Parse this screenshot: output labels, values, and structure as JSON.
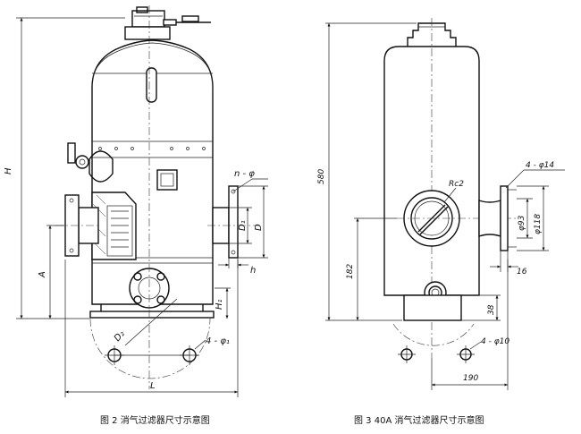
{
  "figure2": {
    "caption": "图 2   消气过滤器尺寸示意图",
    "labels": {
      "H": "H",
      "A": "A",
      "L": "L",
      "D1": "D₁",
      "D": "D",
      "D_outer": "D",
      "h": "h",
      "H1": "H₁",
      "n_phi": "n - φ",
      "bolt_holes": "4 - φ₁",
      "D2": "D₂"
    }
  },
  "figure3": {
    "caption": "图 3   40A 消气过滤器尺寸示意图",
    "labels": {
      "height_580": "580",
      "height_182": "182",
      "height_38": "38",
      "width_190": "190",
      "radius": "Rc2",
      "phi93": "φ93",
      "phi118": "φ118",
      "flange_16": "16",
      "flange_bolts": "4 - φ14",
      "base_bolts": "4 - φ10"
    }
  }
}
